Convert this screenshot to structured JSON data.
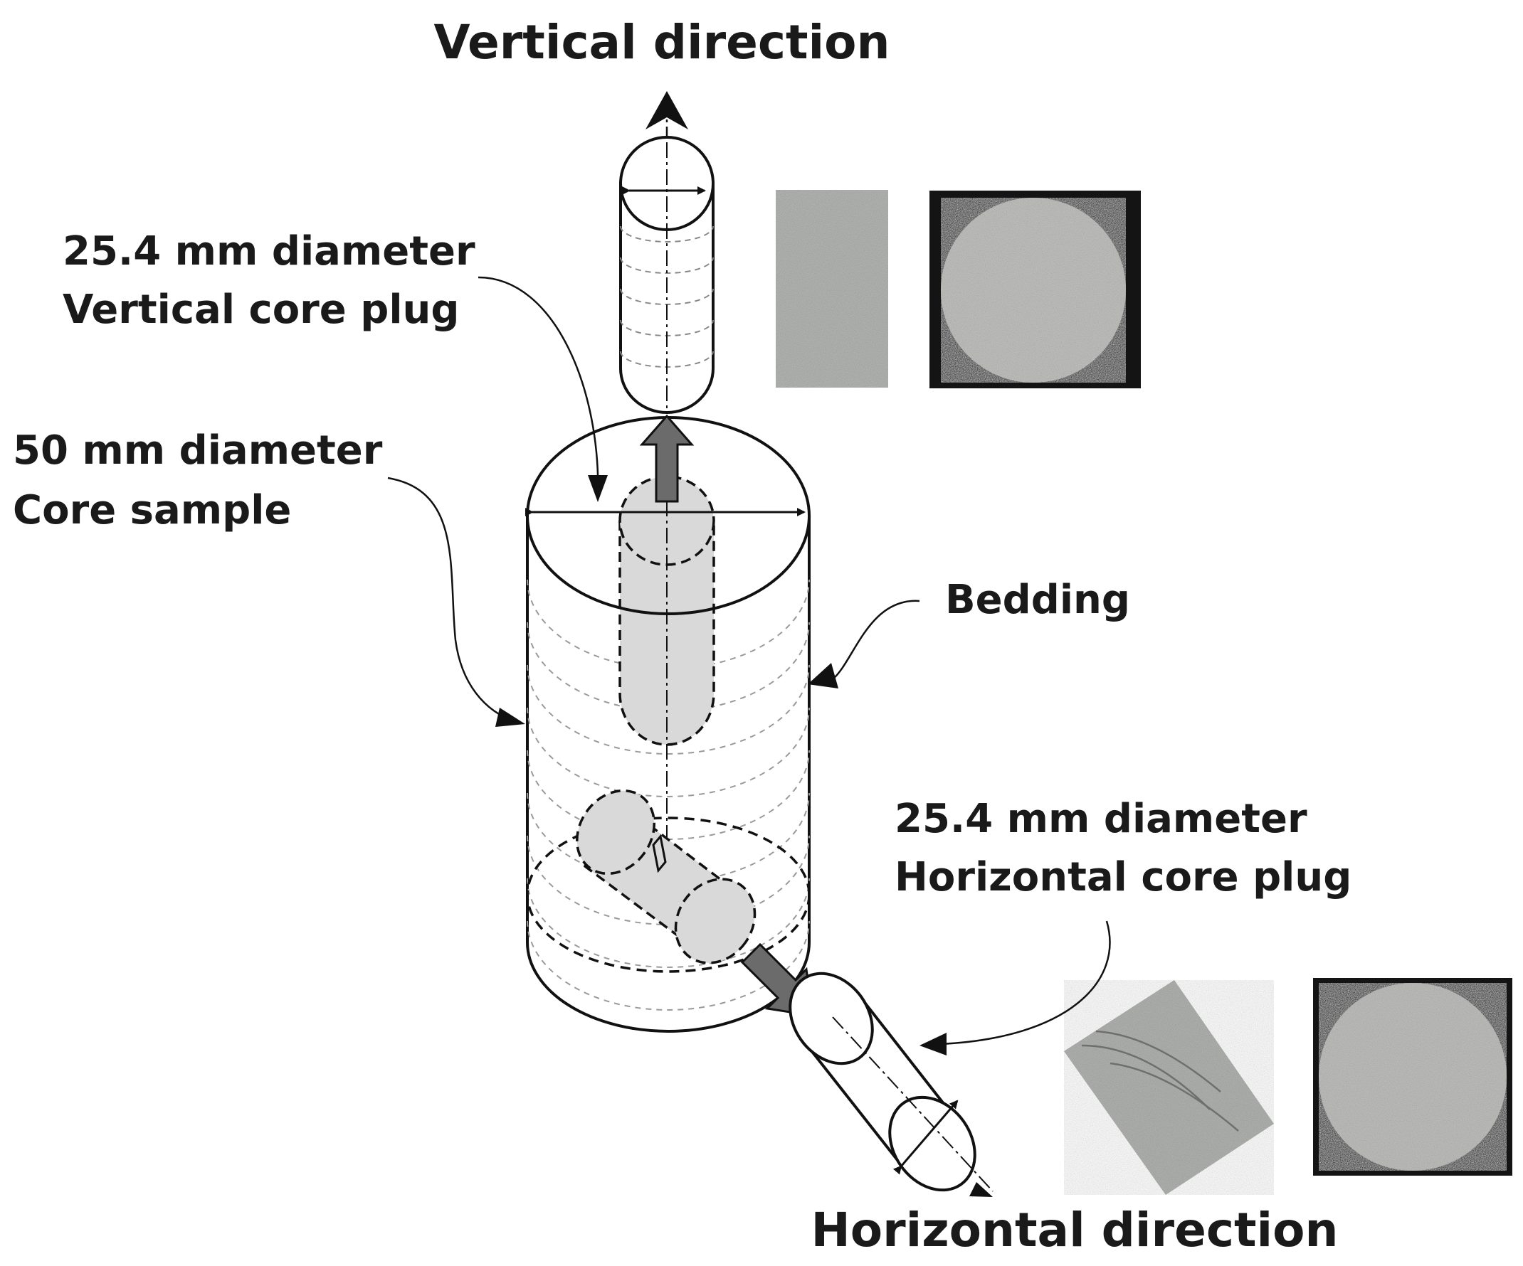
{
  "labels": {
    "vertical_direction": "Vertical direction",
    "horizontal_direction": "Horizontal direction",
    "vertical_plug_line1": "25.4 mm diameter",
    "vertical_plug_line2": "Vertical core plug",
    "core_sample_line1": "50 mm diameter",
    "core_sample_line2": "Core sample",
    "bedding": "Bedding",
    "horizontal_plug_line1": "25.4 mm diameter",
    "horizontal_plug_line2": "Horizontal core plug"
  },
  "colors": {
    "line": "#111111",
    "plug_fill": "#d9d9d9",
    "arrow_fill": "#6b6b6b",
    "photo_background": "#141414",
    "rock_gray": "#b4b6b3"
  }
}
